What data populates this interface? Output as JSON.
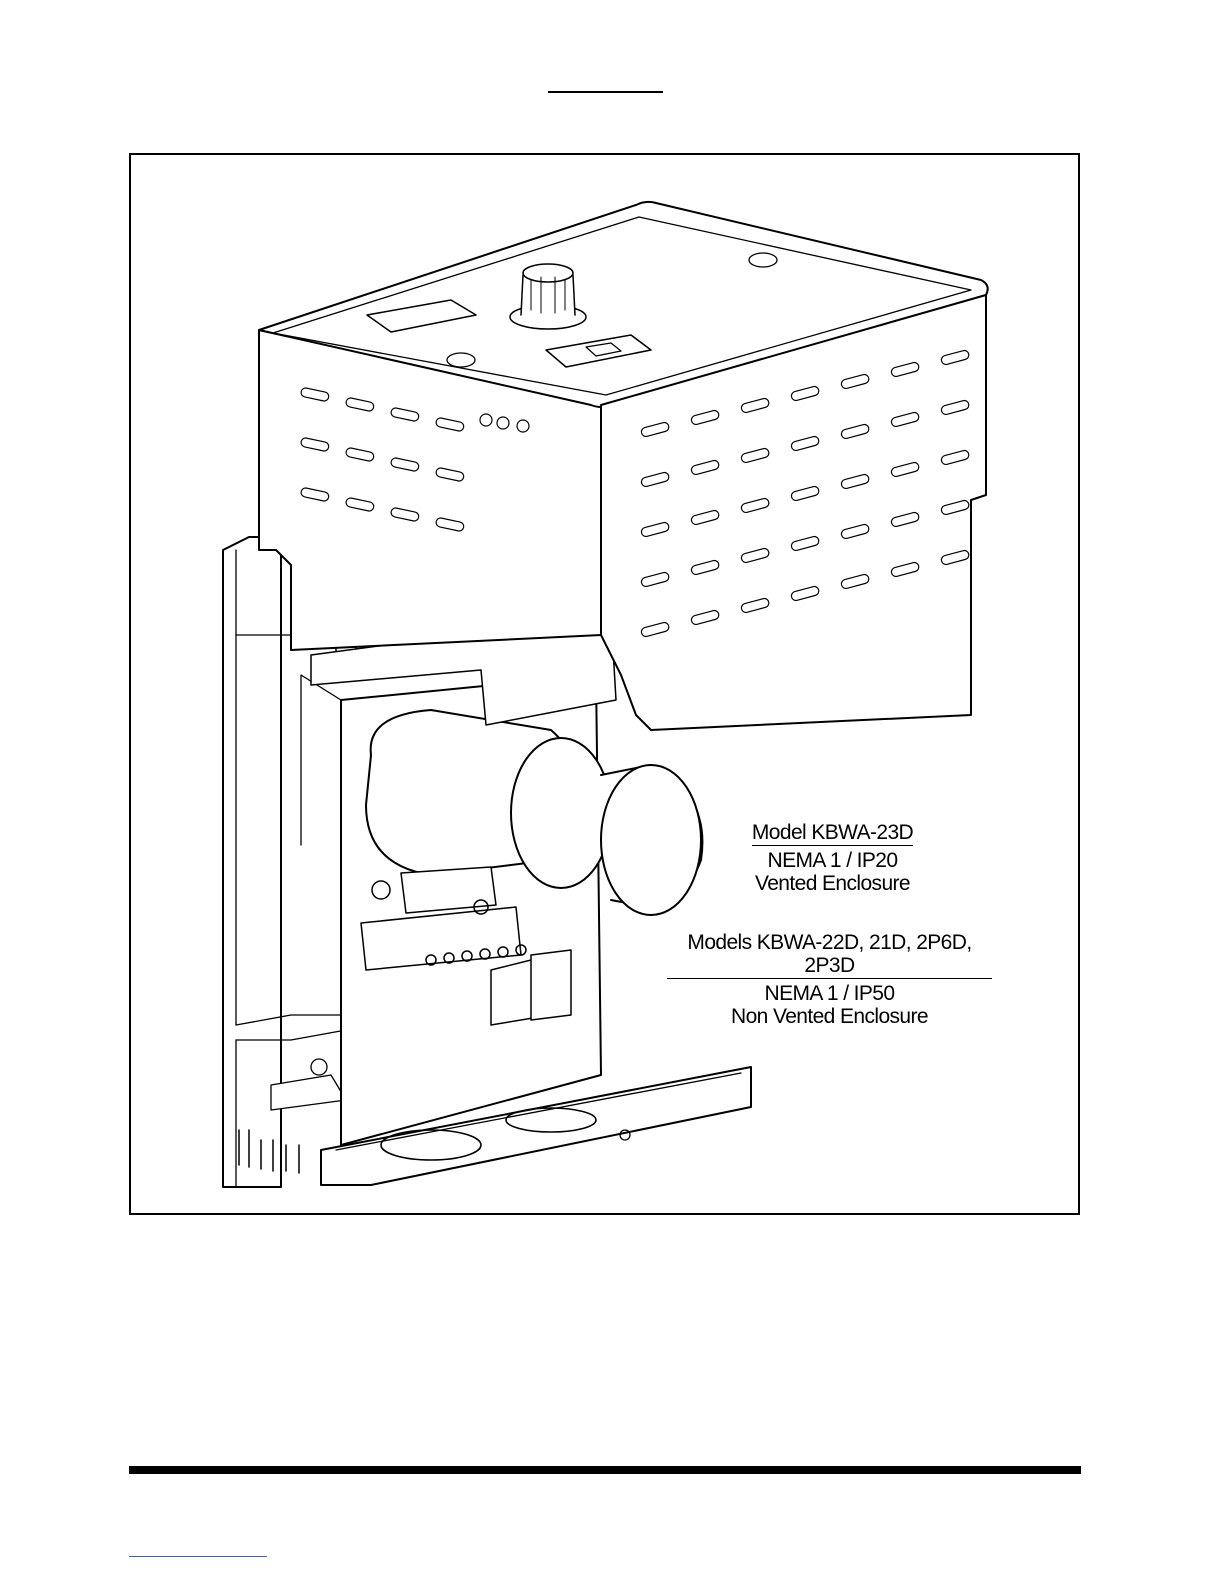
{
  "figure": {
    "caption_vented": {
      "model": "Model KBWA-23D",
      "rating": "NEMA 1 / IP20",
      "type": "Vented Enclosure"
    },
    "caption_nonvented": {
      "model": "Models KBWA-22D, 21D, 2P6D, 2P3D",
      "rating": "NEMA 1 / IP50",
      "type": "Non Vented Enclosure"
    }
  }
}
